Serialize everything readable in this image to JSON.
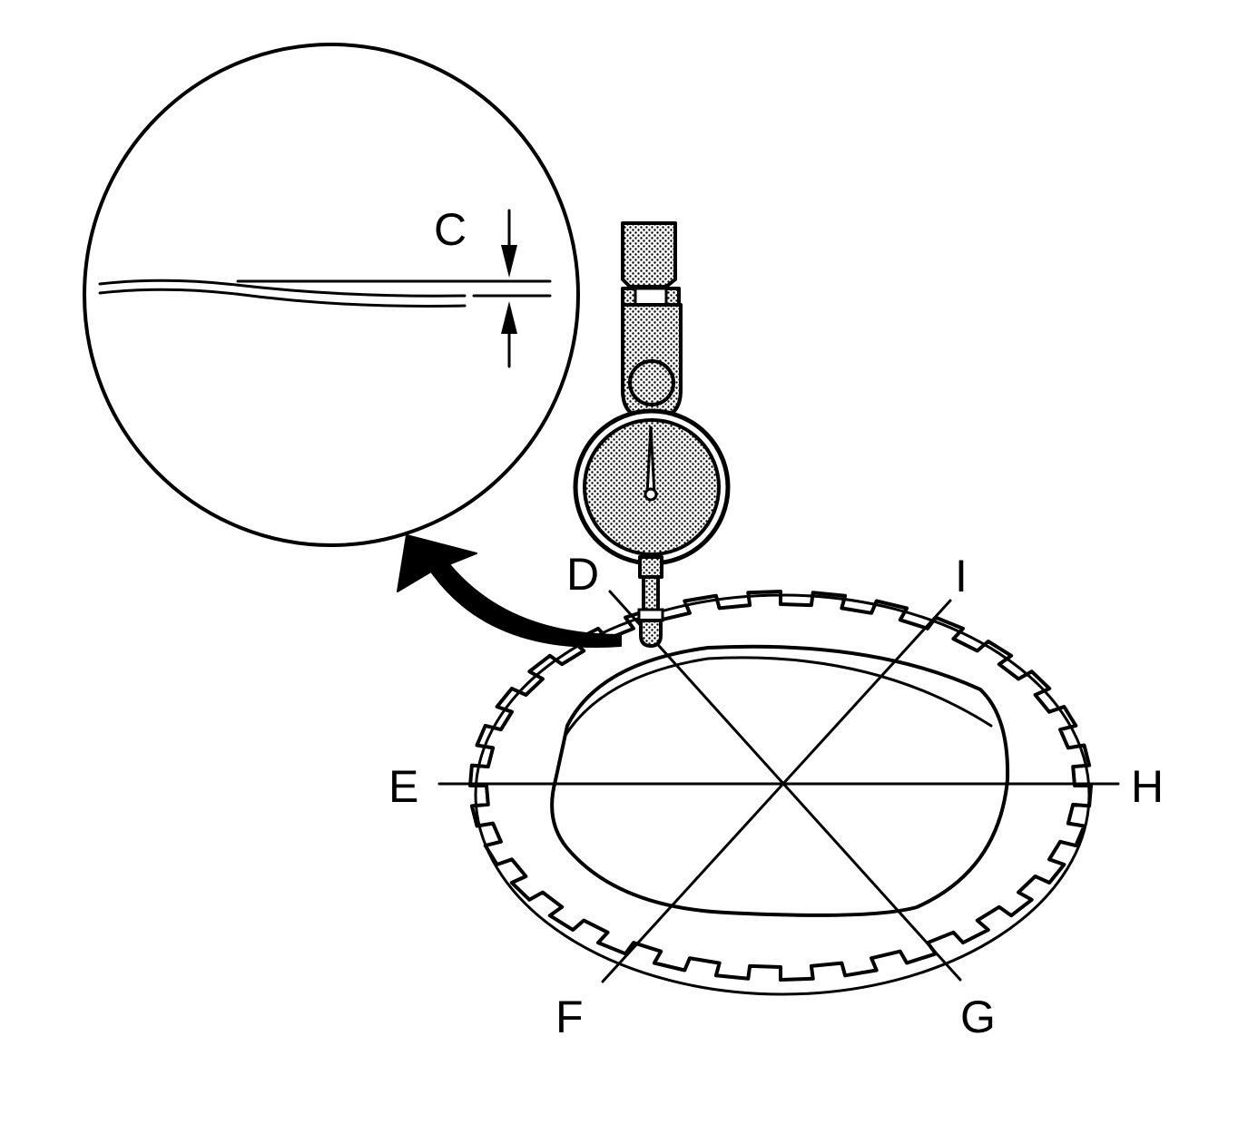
{
  "labels": {
    "c": "C",
    "d": "D",
    "e": "E",
    "f": "F",
    "g": "G",
    "h": "H",
    "i": "I"
  },
  "icons": {
    "indicator": "dial-indicator-icon",
    "disc": "clutch-plate-icon",
    "magnifier": "detail-view-circle",
    "arrow": "curved-arrow-icon"
  },
  "colors": {
    "ink": "#000000",
    "background": "#ffffff"
  }
}
